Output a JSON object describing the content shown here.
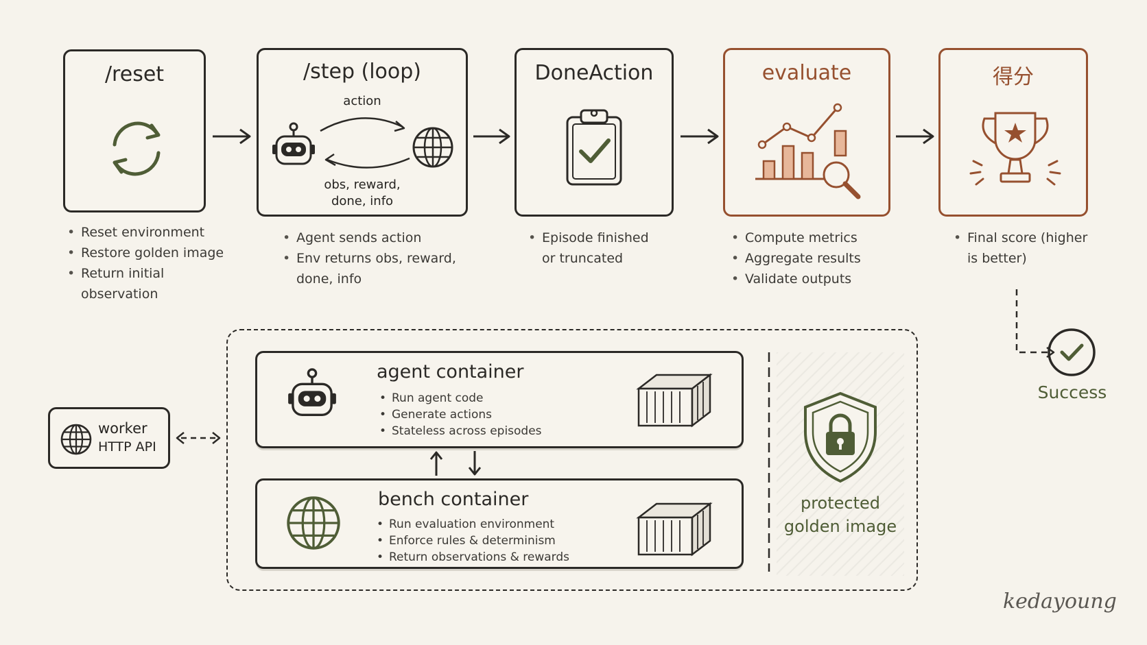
{
  "pipeline": {
    "reset": {
      "title": "/reset",
      "bullets": [
        "Reset environment",
        "Restore golden image",
        "Return initial observation"
      ]
    },
    "step": {
      "title": "/step (loop)",
      "action_label": "action",
      "return_label_1": "obs, reward,",
      "return_label_2": "done, info",
      "bullets": [
        "Agent sends action",
        "Env returns obs, reward, done, info"
      ]
    },
    "done": {
      "title": "DoneAction",
      "bullets": [
        "Episode finished or truncated"
      ]
    },
    "evaluate": {
      "title": "evaluate",
      "bullets": [
        "Compute metrics",
        "Aggregate results",
        "Validate outputs"
      ]
    },
    "score": {
      "title": "得分",
      "bullets": [
        "Final score (higher is better)"
      ]
    }
  },
  "success": {
    "label": "Success"
  },
  "worker": {
    "line1": "worker",
    "line2": "HTTP API"
  },
  "agent_container": {
    "title": "agent container",
    "bullets": [
      "Run agent code",
      "Generate actions",
      "Stateless across episodes"
    ]
  },
  "bench_container": {
    "title": "bench container",
    "bullets": [
      "Run evaluation environment",
      "Enforce rules & determinism",
      "Return observations & rewards"
    ]
  },
  "golden": {
    "line1": "protected",
    "line2": "golden image"
  },
  "signature": "kedayoung",
  "colors": {
    "ink": "#2b2926",
    "accent_orange": "#96502f",
    "accent_green": "#4f5d36",
    "background": "#f6f3ec"
  }
}
